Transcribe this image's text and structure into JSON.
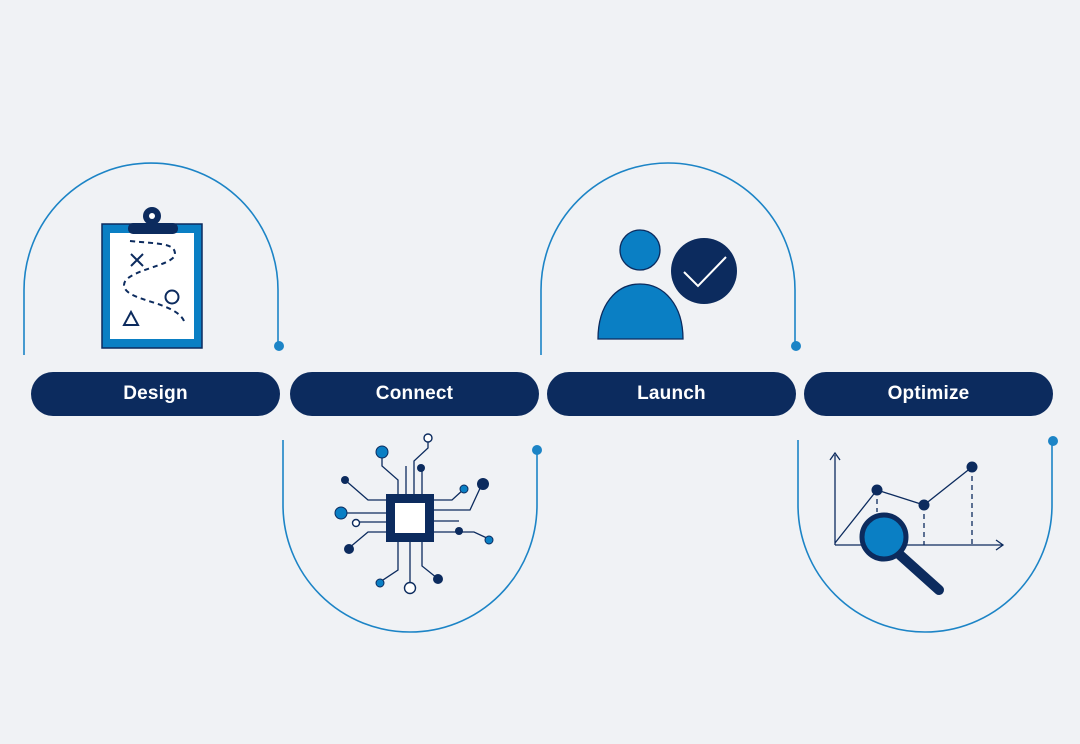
{
  "steps": [
    {
      "label": "Design",
      "icon": "clipboard-strategy-icon"
    },
    {
      "label": "Connect",
      "icon": "circuit-chip-icon"
    },
    {
      "label": "Launch",
      "icon": "user-check-icon"
    },
    {
      "label": "Optimize",
      "icon": "chart-magnifier-icon"
    }
  ],
  "colors": {
    "background": "#f0f2f5",
    "navy": "#0c2b5e",
    "blue": "#0a7fc4",
    "line": "#1c84c6"
  }
}
